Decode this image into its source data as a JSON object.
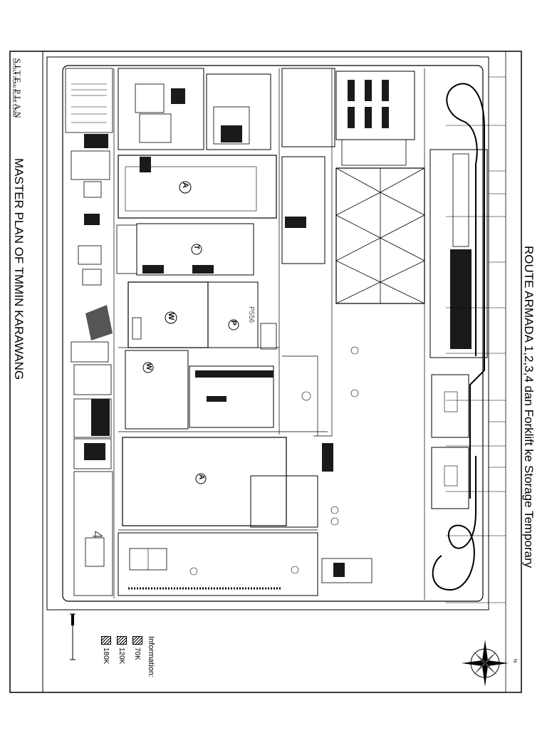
{
  "header": {
    "route_title": "ROUTE ARMADA 1,2,3,4 dan Forklift ke Storage Temporary",
    "master_title": "MASTER PLAN OF TMMIN KARAWANG",
    "site_plan_label": "SITE PLAN",
    "site_plan_sub": "LAYOUT PLAN  SCALE 1:2500"
  },
  "buildings": {
    "plant_a_top": "A",
    "plant_t": "T",
    "plant_w_main": "W",
    "plant_p": "P",
    "plant_w_lower": "W",
    "plant_a_bottom": "A",
    "code_p": "P556"
  },
  "legend": {
    "title": "Information:",
    "items": [
      {
        "label": "70K"
      },
      {
        "label": "120K"
      },
      {
        "label": "180K"
      }
    ]
  },
  "compass": {
    "north_label": "N"
  },
  "colors": {
    "line": "#000000",
    "paper": "#ffffff",
    "block": "#1a1a1a"
  }
}
